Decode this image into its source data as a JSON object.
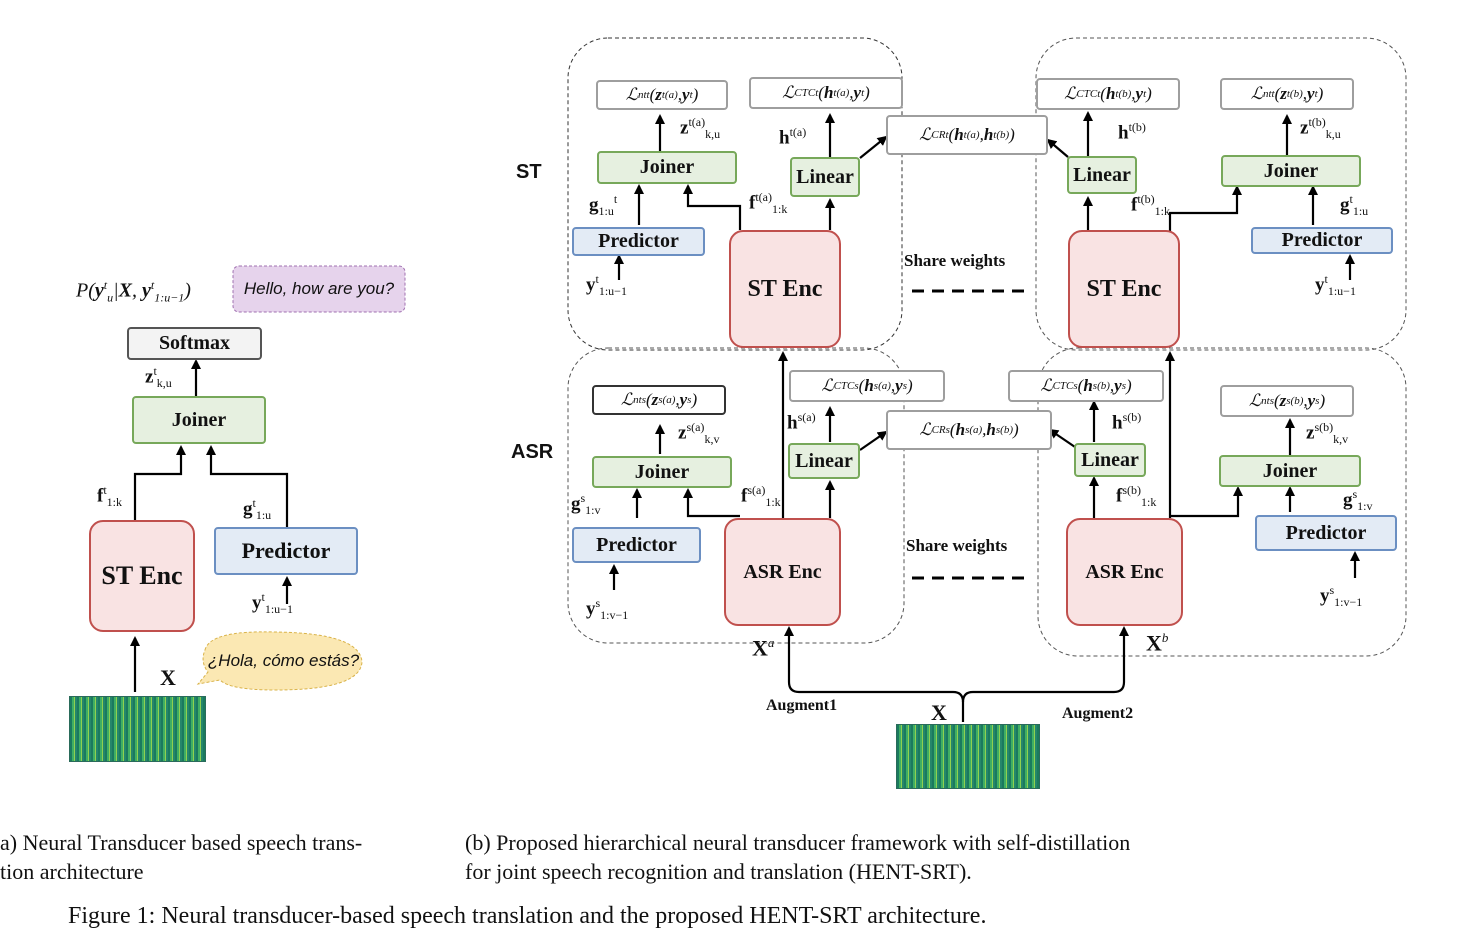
{
  "panel_a": {
    "probability": "P(y^t_u | X, y^t_{1:u-1})",
    "output_text": "Hello, how are you?",
    "softmax": "Softmax",
    "joiner": "Joiner",
    "st_enc": "ST Enc",
    "predictor": "Predictor",
    "z_label": "z^t_{k,u}",
    "f_label": "f^t_{1:k}",
    "g_label": "g^t_{1:u}",
    "y_label": "y^t_{1:u-1}",
    "x_label": "X",
    "input_text": "¿Hola, cómo estás?"
  },
  "panel_b": {
    "row_st": "ST",
    "row_asr": "ASR",
    "share_weights_top": "Share weights",
    "share_weights_bottom": "Share weights",
    "augment1": "Augment1",
    "augment2": "Augment2",
    "x_label": "X",
    "xa_label": "X^a",
    "xb_label": "X^b",
    "left_st": {
      "loss_nt": "L^t_nt(z^{t(a)}, y^t)",
      "loss_ctc": "L^t_CTC(h^{t(a)}, y^t)",
      "joiner": "Joiner",
      "linear": "Linear",
      "predictor": "Predictor",
      "enc": "ST Enc",
      "z": "z^{t(a)}_{k,u}",
      "h": "h^{t(a)}",
      "g": "g^t_{1:u}",
      "f": "f^{t(a)}_{1:k}",
      "y": "y^t_{1:u-1}"
    },
    "right_st": {
      "loss_nt": "L^t_nt(z^{t(b)}, y^t)",
      "loss_ctc": "L^t_CTC(h^{t(b)}, y^t)",
      "joiner": "Joiner",
      "linear": "Linear",
      "predictor": "Predictor",
      "enc": "ST Enc",
      "z": "z^{t(b)}_{k,u}",
      "h": "h^{t(b)}",
      "g": "g^t_{1:u}",
      "f": "f^{t(b)}_{1:k}",
      "y": "y^t_{1:u-1}"
    },
    "left_asr": {
      "loss_nt": "L^s_nt(z^{s(a)}, y^s)",
      "loss_ctc": "L^s_CTC(h^{s(a)}, y^s)",
      "joiner": "Joiner",
      "linear": "Linear",
      "predictor": "Predictor",
      "enc": "ASR Enc",
      "z": "z^{s(a)}_{k,v}",
      "h": "h^{s(a)}",
      "g": "g^s_{1:v}",
      "f": "f^{s(a)}_{1:k}",
      "y": "y^s_{1:v-1}"
    },
    "right_asr": {
      "loss_nt": "L^s_nt(z^{s(b)}, y^s)",
      "loss_ctc": "L^s_CTC(h^{s(b)}, y^s)",
      "joiner": "Joiner",
      "linear": "Linear",
      "predictor": "Predictor",
      "enc": "ASR Enc",
      "z": "z^{s(b)}_{k,v}",
      "h": "h^{s(b)}",
      "g": "g^s_{1:v}",
      "f": "f^{s(b)}_{1:k}",
      "y": "y^s_{1:v-1}"
    },
    "loss_cr_t": "L^t_CR(h^{t(a)}, h^{t(b)})",
    "loss_cr_s": "L^s_CR(h^{s(a)}, h^{s(b)})"
  },
  "captions": {
    "a_line1": "a) Neural Transducer based speech trans-",
    "a_line2": "tion architecture",
    "b_line1": "(b) Proposed hierarchical neural transducer framework with self-distillation",
    "b_line2": "for joint speech recognition and translation (HENT-SRT).",
    "figure": "Figure 1: Neural transducer-based speech translation and the proposed HENT-SRT architecture."
  },
  "colors": {
    "encoder_fill": "#f9e3e3",
    "encoder_border": "#c0504d",
    "joiner_fill": "#e6f0e0",
    "joiner_border": "#77a85a",
    "predictor_fill": "#e3ebf5",
    "predictor_border": "#6b8fc2",
    "output_bubble": "#e6d3ec",
    "input_bubble": "#fbe8b3"
  }
}
